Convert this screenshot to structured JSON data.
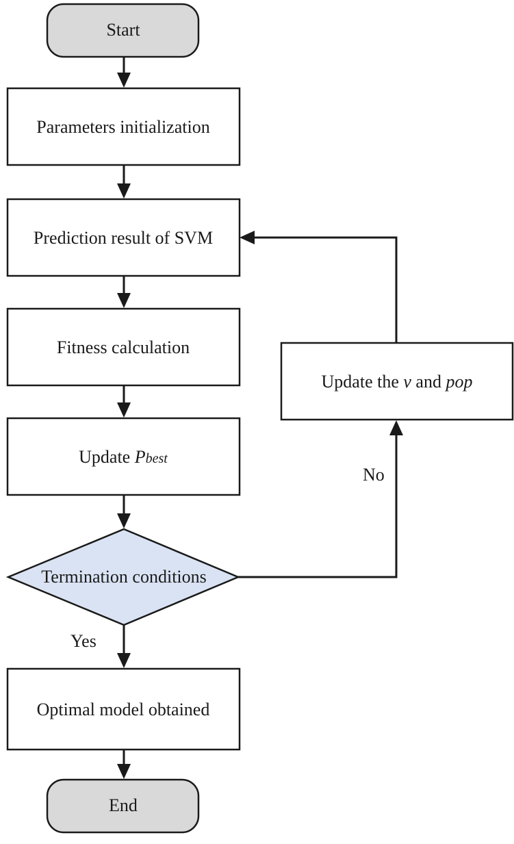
{
  "nodes": {
    "start": {
      "label": "Start"
    },
    "init": {
      "label": "Parameters initialization"
    },
    "predict": {
      "label": "Prediction result of SVM"
    },
    "fitness": {
      "label": "Fitness calculation"
    },
    "pbest": {
      "label_prefix": "Update ",
      "label_var": "P",
      "label_sub": "best"
    },
    "decision": {
      "label": "Termination conditions"
    },
    "update_vpop": {
      "label_prefix": "Update the ",
      "label_v": "v",
      "label_mid": " and ",
      "label_pop": "pop"
    },
    "optimal": {
      "label": "Optimal model obtained"
    },
    "end": {
      "label": "End"
    }
  },
  "edges": {
    "yes_label": "Yes",
    "no_label": "No"
  },
  "colors": {
    "terminal_fill": "#d9d9d9",
    "decision_fill": "#dae3f3",
    "stroke": "#1a1a1a"
  }
}
